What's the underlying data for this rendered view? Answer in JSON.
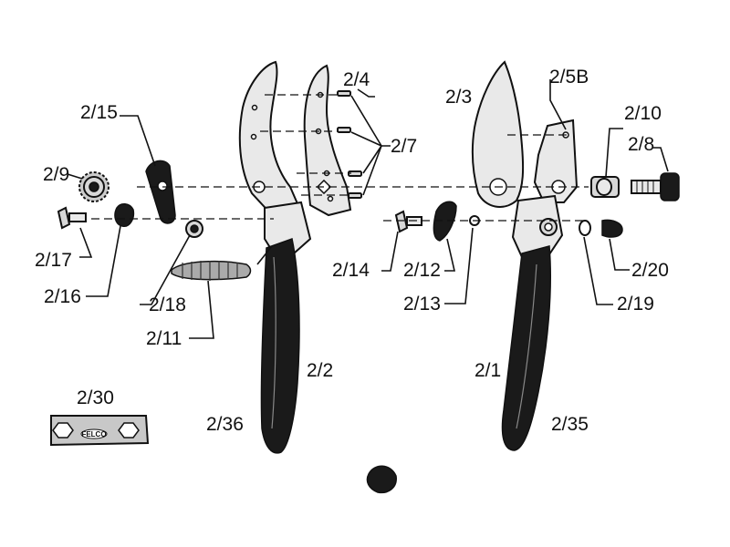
{
  "labels": {
    "p2_4": "2/4",
    "p2_3": "2/3",
    "p2_5B": "2/5B",
    "p2_15": "2/15",
    "p2_10": "2/10",
    "p2_7": "2/7",
    "p2_8": "2/8",
    "p2_9": "2/9",
    "p2_17": "2/17",
    "p2_16": "2/16",
    "p2_14": "2/14",
    "p2_12": "2/12",
    "p2_20": "2/20",
    "p2_18": "2/18",
    "p2_13": "2/13",
    "p2_19": "2/19",
    "p2_11": "2/11",
    "p2_2": "2/2",
    "p2_1": "2/1",
    "p2_30": "2/30",
    "p2_36": "2/36",
    "p2_35": "2/35"
  },
  "wrench_logo": "FELCO"
}
